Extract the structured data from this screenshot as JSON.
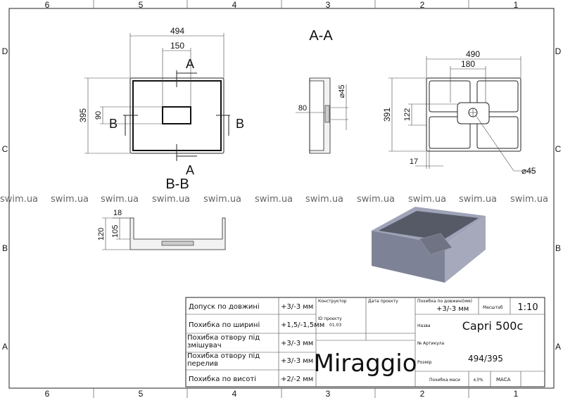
{
  "frame": {
    "columns": [
      "6",
      "5",
      "4",
      "3",
      "2",
      "1"
    ],
    "rows": [
      "D",
      "C",
      "B",
      "A"
    ]
  },
  "plan_view": {
    "dim_width": "494",
    "dim_drain_offset": "150",
    "dim_height": "395",
    "dim_drain_height": "90",
    "section_a": "A",
    "section_b": "B"
  },
  "section_aa": {
    "title": "A-A",
    "dim_depth": "80",
    "dim_diameter": "⌀45"
  },
  "bottom_view": {
    "dim_width": "490",
    "dim_center": "180",
    "dim_height": "391",
    "dim_offset": "122",
    "dim_edge": "17",
    "dim_diameter": "⌀45"
  },
  "section_bb": {
    "title": "B-B",
    "dim_wall": "18",
    "dim_height": "120",
    "dim_inner": "105"
  },
  "watermark": "swim.ua",
  "title_block": {
    "tolerances": [
      {
        "label": "Допуск по довжині",
        "value": "+3/-3 мм"
      },
      {
        "label": "Похибка по ширині",
        "value": "+1,5/-1,5мм"
      },
      {
        "label": "Похибка отвору під змішувач",
        "value": "+3/-3 мм"
      },
      {
        "label": "Похибка отвору під перелив",
        "value": "+3/-3 мм"
      },
      {
        "label": "Похибка по висоті",
        "value": "+2/-2 мм"
      }
    ],
    "designer_label": "Конструктор",
    "date_label": "Дата проєкту",
    "project_id_label": "ID проєкту",
    "project_id": "01.03",
    "brand": "Miraggio",
    "length_error_label": "Похибка по довжині(мм)",
    "length_error": "+3/-3 мм",
    "scale_label": "Масштаб",
    "scale": "1:10",
    "name_label": "Назва",
    "name": "Capri 500c",
    "article_label": "№ Артикула",
    "size_label": "Розмір",
    "size": "494/395",
    "mass_error_label": "Похибка маси",
    "mass_error": "±3%",
    "mass_label": "МАСА"
  }
}
